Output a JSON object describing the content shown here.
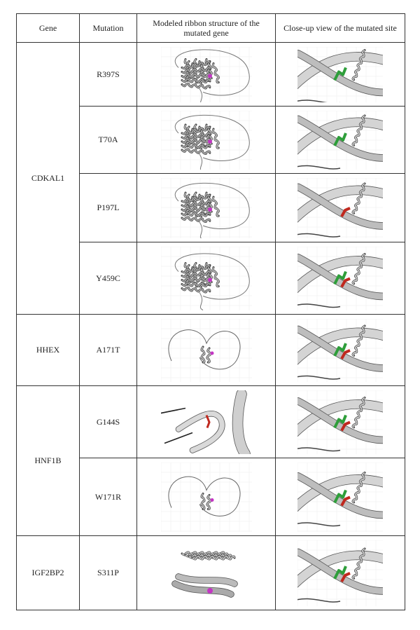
{
  "table": {
    "headers": [
      "Gene",
      "Mutation",
      "Modeled ribbon structure of the mutated gene",
      "Close-up view of the mutated site"
    ],
    "groups": [
      {
        "gene": "CDKAL1",
        "rows": [
          {
            "mutation": "R397S",
            "ribbon": "globular",
            "closeup": "green-strand"
          },
          {
            "mutation": "T70A",
            "ribbon": "globular",
            "closeup": "green-strand"
          },
          {
            "mutation": "P197L",
            "ribbon": "globular",
            "closeup": "red-strand"
          },
          {
            "mutation": "Y459C",
            "ribbon": "globular",
            "closeup": "green-red-strand"
          }
        ]
      },
      {
        "gene": "HHEX",
        "rows": [
          {
            "mutation": "A171T",
            "ribbon": "loops",
            "closeup": "red-green-helix"
          }
        ]
      },
      {
        "gene": "HNF1B",
        "rows": [
          {
            "mutation": "G144S",
            "ribbon": "helix-closeup",
            "closeup": "green-red-loop"
          },
          {
            "mutation": "W171R",
            "ribbon": "loops",
            "closeup": "red-green-helix"
          }
        ]
      },
      {
        "gene": "IGF2BP2",
        "rows": [
          {
            "mutation": "S311P",
            "ribbon": "sheet",
            "closeup": "red-green-strand"
          }
        ]
      }
    ]
  },
  "colors": {
    "wildtype": "#2e9e3a",
    "mutant": "#c0281e",
    "site": "#c436c4",
    "ribbon": "#9a9a9a"
  }
}
